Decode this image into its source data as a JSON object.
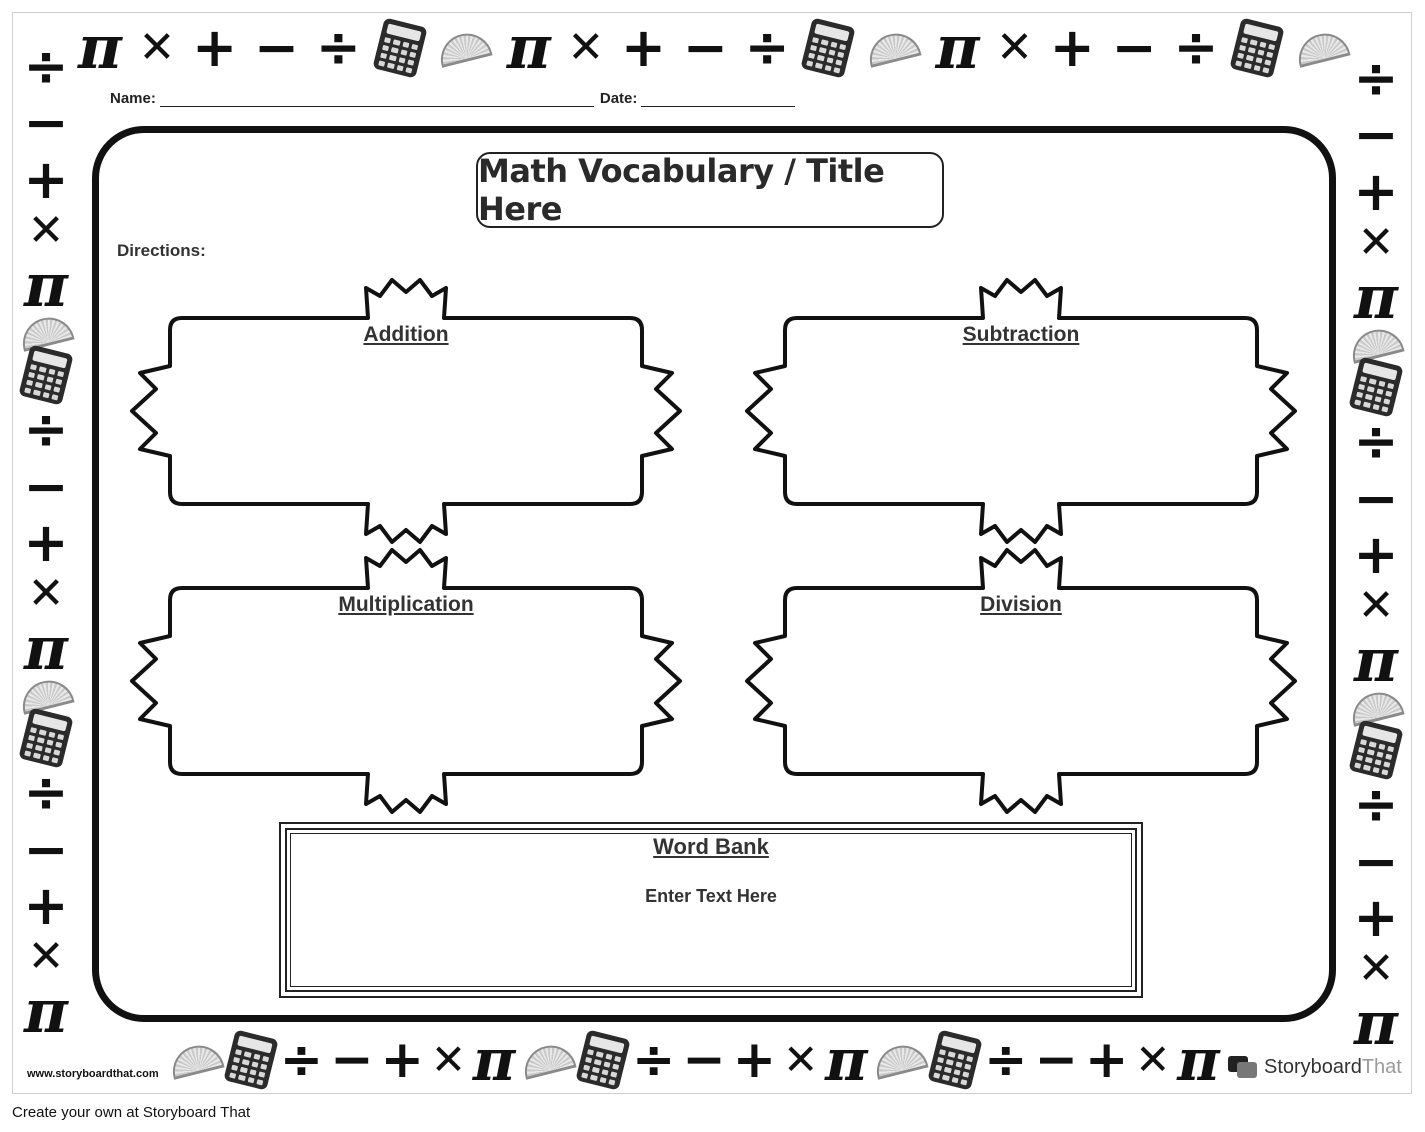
{
  "header": {
    "name_label": "Name:",
    "date_label": "Date:"
  },
  "title": "Math Vocabulary / Title Here",
  "directions_label": "Directions:",
  "boxes": [
    {
      "label": "Addition"
    },
    {
      "label": "Subtraction"
    },
    {
      "label": "Multiplication"
    },
    {
      "label": "Division"
    }
  ],
  "word_bank": {
    "title": "Word Bank",
    "text": "Enter Text Here"
  },
  "border": {
    "top": [
      "pi",
      "times",
      "plus",
      "minus",
      "divide",
      "calculator",
      "protractor",
      "pi",
      "times",
      "plus",
      "minus",
      "divide",
      "calculator",
      "protractor",
      "pi",
      "times",
      "plus",
      "minus",
      "divide",
      "calculator",
      "protractor"
    ],
    "bottom": [
      "protractor",
      "calculator",
      "divide",
      "minus",
      "plus",
      "times",
      "pi",
      "protractor",
      "calculator",
      "divide",
      "minus",
      "plus",
      "times",
      "pi",
      "protractor",
      "calculator",
      "divide",
      "minus",
      "plus",
      "times",
      "pi"
    ],
    "left": [
      "divide",
      "minus",
      "plus",
      "times",
      "pi",
      "protractor",
      "calculator",
      "divide",
      "minus",
      "plus",
      "times",
      "pi",
      "protractor",
      "calculator",
      "divide",
      "minus",
      "plus",
      "times",
      "pi"
    ],
    "right": [
      "divide",
      "minus",
      "plus",
      "times",
      "pi",
      "protractor",
      "calculator",
      "divide",
      "minus",
      "plus",
      "times",
      "pi",
      "protractor",
      "calculator",
      "divide",
      "minus",
      "plus",
      "times",
      "pi"
    ]
  },
  "glyphs": {
    "pi": "π",
    "times": "✕",
    "plus": "+",
    "minus": "−",
    "divide": "÷"
  },
  "footer": {
    "site_url": "www.storyboardthat.com",
    "logo_bold": "Storyboard",
    "logo_light": "That",
    "create_text": "Create your own at Storyboard That"
  }
}
